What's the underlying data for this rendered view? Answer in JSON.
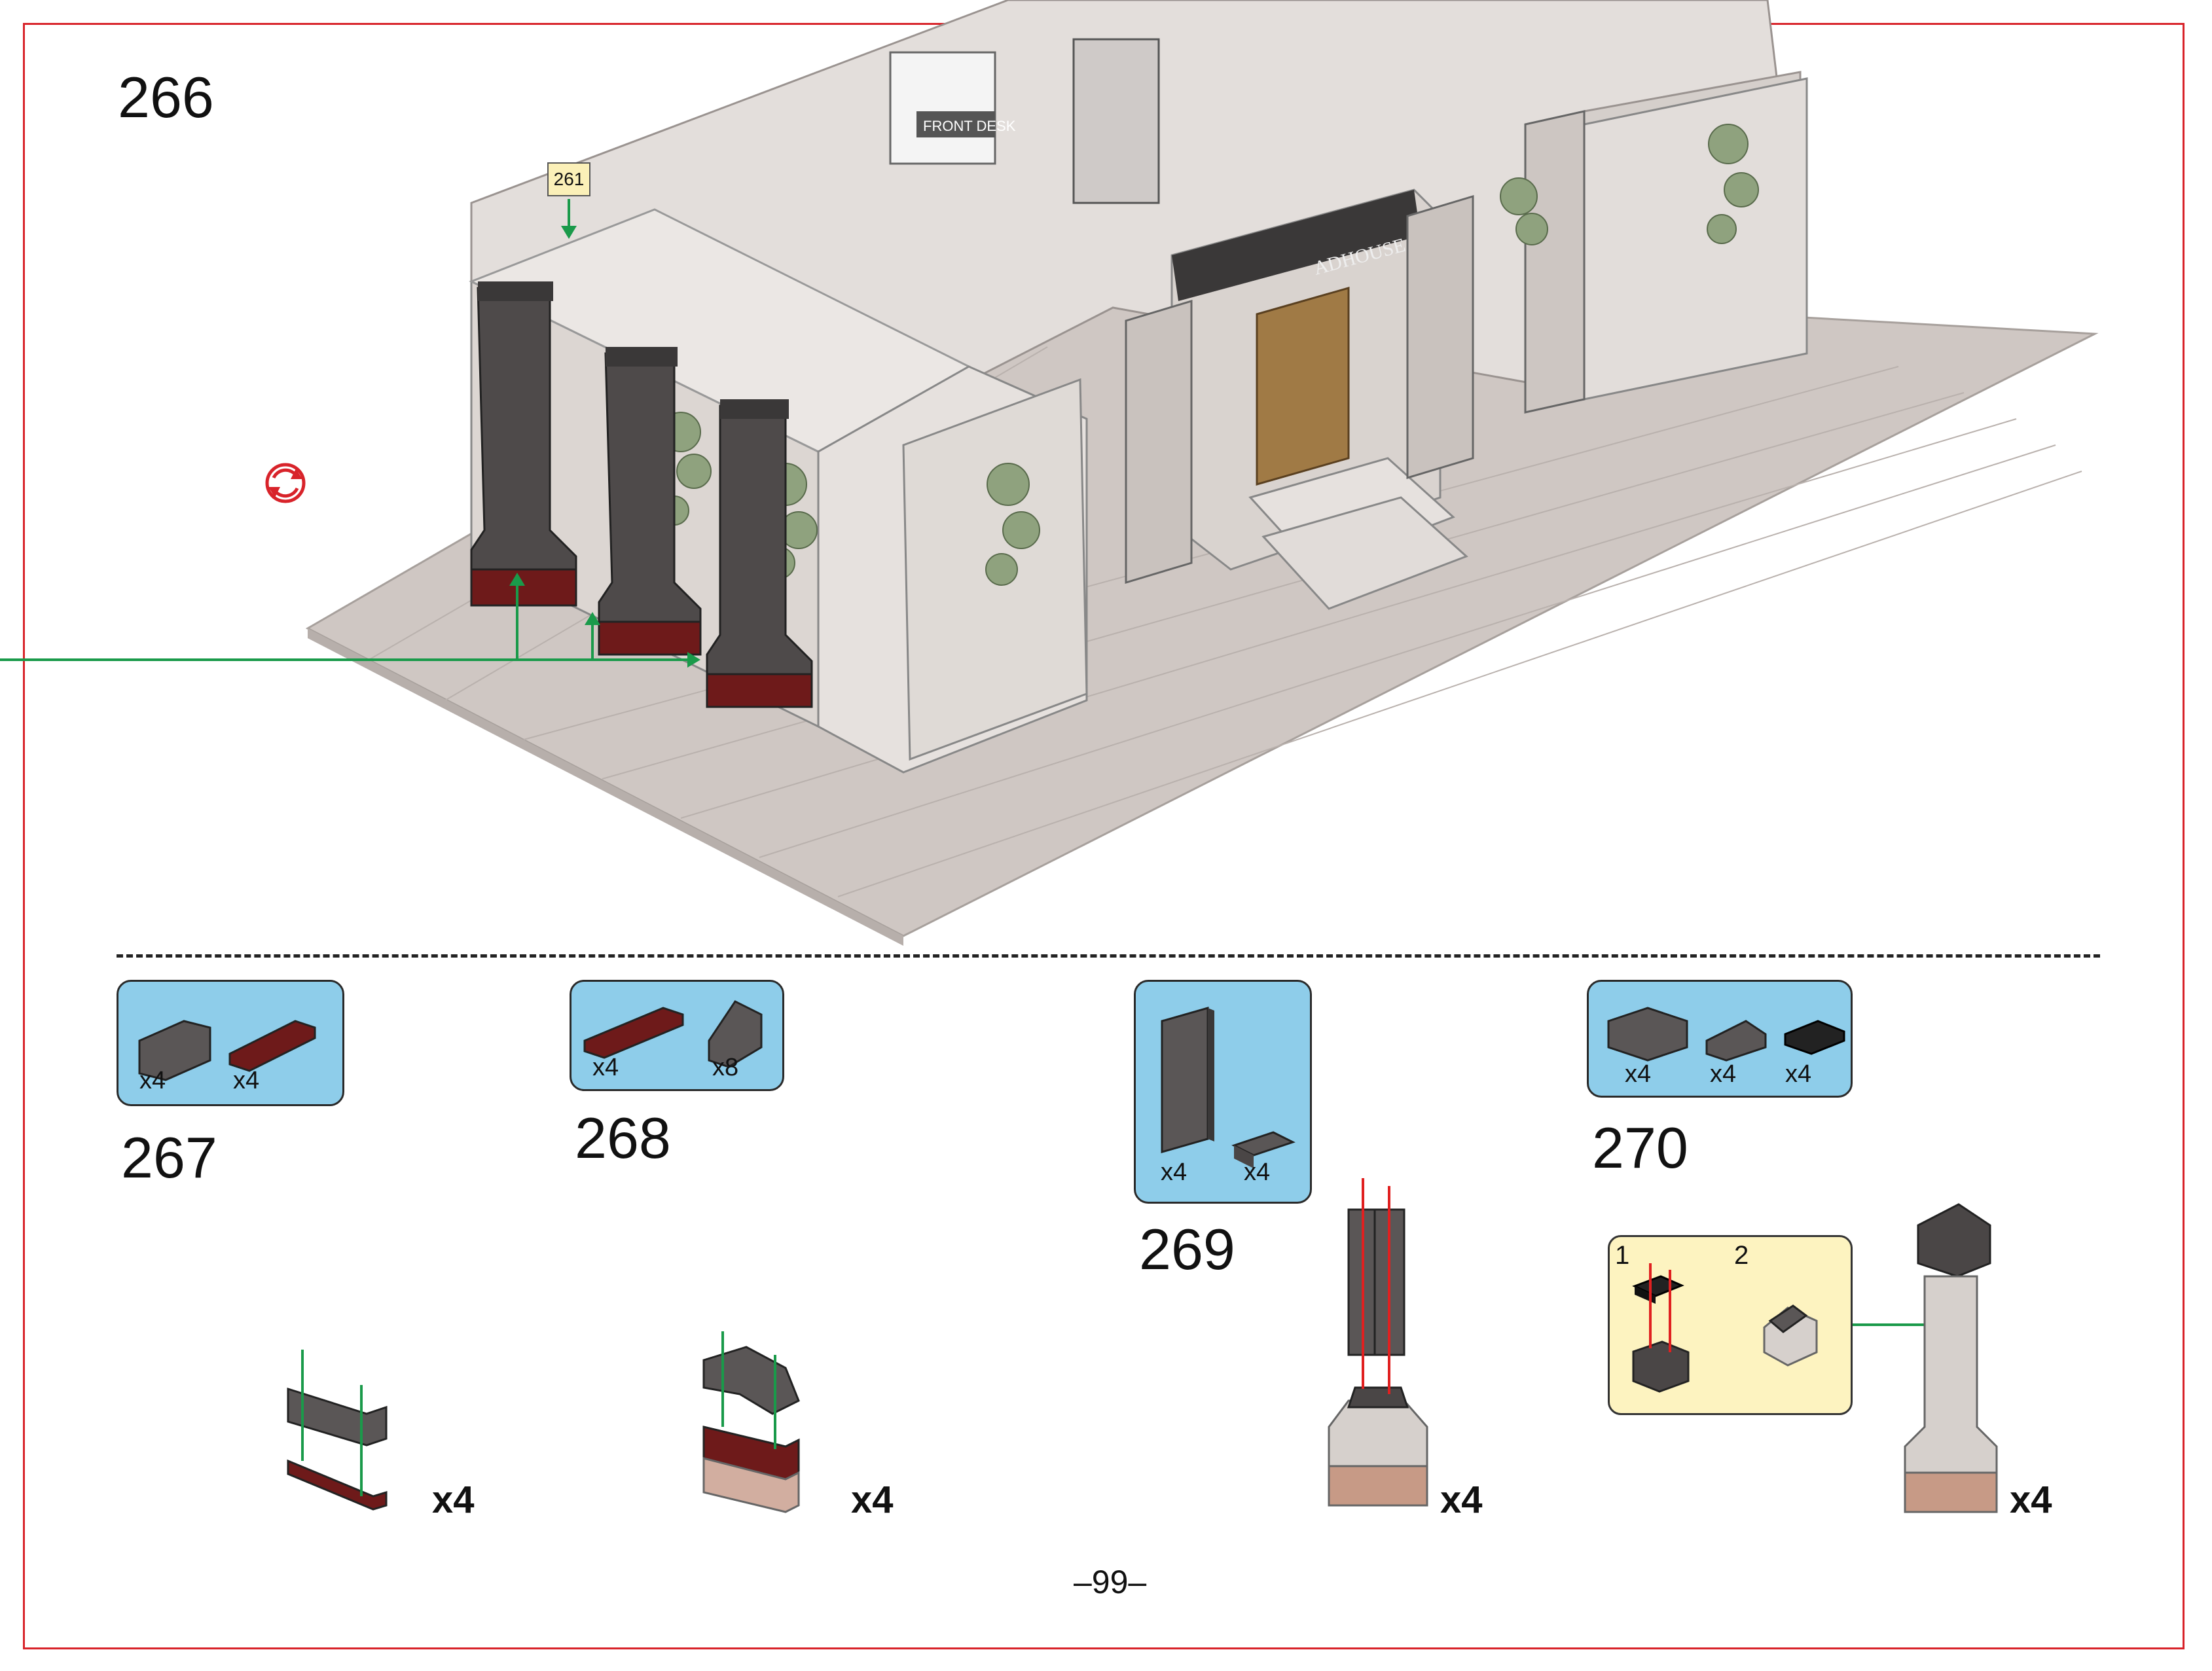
{
  "page": {
    "number": "–99–",
    "callout_ref": "261"
  },
  "main_step": {
    "number": "266",
    "sign_front_desk": "FRONT DESK",
    "sign_name": "ADHOUSE"
  },
  "steps": [
    {
      "number": "267",
      "parts": [
        "x4",
        "x4"
      ],
      "multiplier": "x4"
    },
    {
      "number": "268",
      "parts": [
        "x4",
        "x8"
      ],
      "multiplier": "x4"
    },
    {
      "number": "269",
      "parts": [
        "x4",
        "x4"
      ],
      "multiplier": "x4"
    },
    {
      "number": "270",
      "parts": [
        "x4",
        "x4",
        "x4"
      ],
      "multiplier": "x4",
      "sub_steps": [
        "1",
        "2"
      ]
    }
  ],
  "icons": [
    "rotate-icon",
    "arrow-icon"
  ],
  "colors": {
    "border": "#d8232a",
    "parts_panel": "#8ecdea",
    "sub_panel": "#fdf3c0",
    "arrow_green": "#1a9a4a",
    "arrow_red": "#e02020",
    "dark_bluish_gray": "#5a5656",
    "dark_red": "#6e1a1a",
    "light_gray": "#d6d0cc",
    "tan_brown": "#c79a86"
  }
}
